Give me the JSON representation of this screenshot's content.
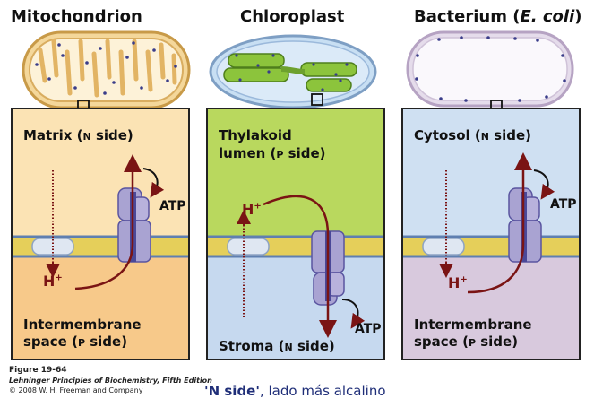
{
  "titles": {
    "mito": "Mitochondrion",
    "chloro": "Chloroplast",
    "bact_main": "Bacterium (",
    "bact_ital": "E. coli",
    "bact_close": ")"
  },
  "panels": {
    "mito": {
      "top1": "Matrix (",
      "top_sc": "N",
      "top2": " side)",
      "bottom_line1": "Intermembrane",
      "bottom2a": "space (",
      "bottom_sc": "P",
      "bottom2b": " side)"
    },
    "chloro": {
      "top_line1": "Thylakoid",
      "top2a": "lumen (",
      "top_sc": "P",
      "top2b": " side)",
      "bottom1": "Stroma (",
      "bottom_sc": "N",
      "bottom2": " side)"
    },
    "bact": {
      "top1": "Cytosol (",
      "top_sc": "N",
      "top2": " side)",
      "bottom_line1": "Intermembrane",
      "bottom2a": "space (",
      "bottom_sc": "P",
      "bottom2b": " side)"
    }
  },
  "labels": {
    "h": "H",
    "plus": "+",
    "atp": "ATP"
  },
  "caption": {
    "figure": "Figure 19-64",
    "book": "Lehninger Principles of Biochemistry, Fifth Edition",
    "copyright": "© 2008 W. H. Freeman and Company"
  },
  "note": {
    "bold": "'N side'",
    "rest": ", lado más alcalino"
  },
  "colors": {
    "mito_top": "#fbe3b4",
    "mito_bottom": "#f7c98a",
    "chloro_top": "#b9d85e",
    "chloro_bottom": "#c6d9ef",
    "bact_top": "#cfe0f2",
    "bact_bottom": "#d8c9dd",
    "membrane": "#e5cf5a",
    "protein": "#a9a3d2",
    "protein_core": "#4a4898",
    "arrow": "#7a1414",
    "thylakoid": "#8cc43c",
    "note": "#1f2e78"
  }
}
